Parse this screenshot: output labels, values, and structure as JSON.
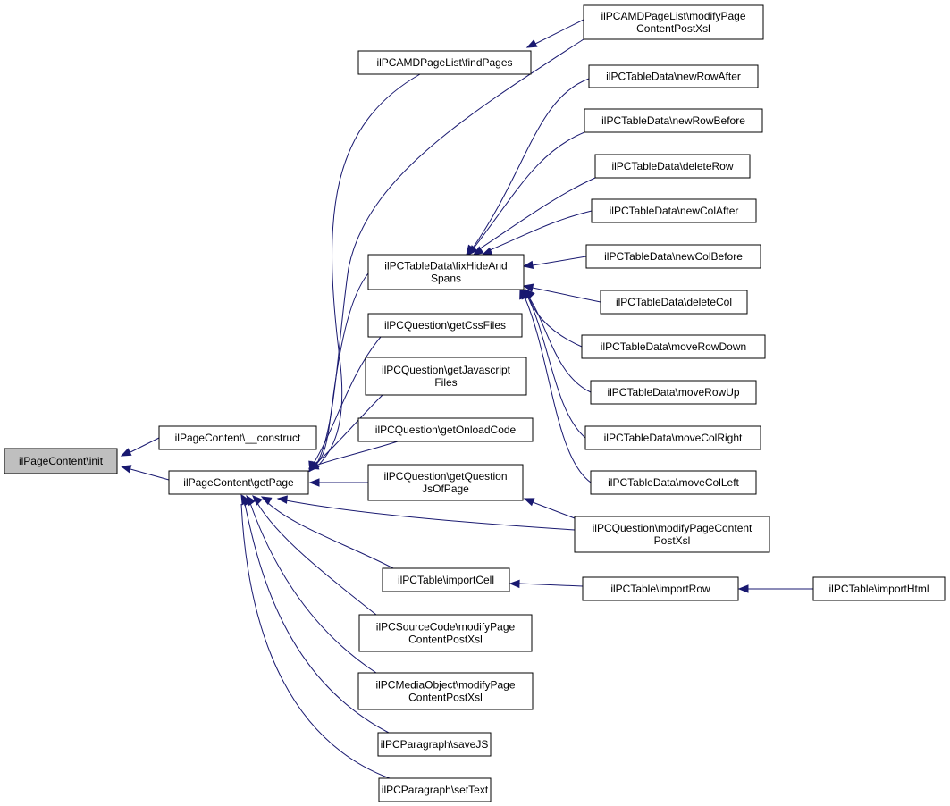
{
  "colors": {
    "edge": "#191970",
    "root_fill": "#bfbfbf",
    "node_fill": "#ffffff",
    "node_border": "#000000"
  },
  "nodes": {
    "init": {
      "lines": [
        "ilPageContent\\init"
      ]
    },
    "construct": {
      "lines": [
        "ilPageContent\\__construct"
      ]
    },
    "getPage": {
      "lines": [
        "ilPageContent\\getPage"
      ]
    },
    "findPages": {
      "lines": [
        "ilPCAMDPageList\\findPages"
      ]
    },
    "amdModify": {
      "lines": [
        "ilPCAMDPageList\\modifyPage",
        "ContentPostXsl"
      ]
    },
    "fixHide": {
      "lines": [
        "ilPCTableData\\fixHideAnd",
        "Spans"
      ]
    },
    "newRowAfter": {
      "lines": [
        "ilPCTableData\\newRowAfter"
      ]
    },
    "newRowBefore": {
      "lines": [
        "ilPCTableData\\newRowBefore"
      ]
    },
    "deleteRow": {
      "lines": [
        "ilPCTableData\\deleteRow"
      ]
    },
    "newColAfter": {
      "lines": [
        "ilPCTableData\\newColAfter"
      ]
    },
    "newColBefore": {
      "lines": [
        "ilPCTableData\\newColBefore"
      ]
    },
    "deleteCol": {
      "lines": [
        "ilPCTableData\\deleteCol"
      ]
    },
    "moveRowDown": {
      "lines": [
        "ilPCTableData\\moveRowDown"
      ]
    },
    "moveRowUp": {
      "lines": [
        "ilPCTableData\\moveRowUp"
      ]
    },
    "moveColRight": {
      "lines": [
        "ilPCTableData\\moveColRight"
      ]
    },
    "moveColLeft": {
      "lines": [
        "ilPCTableData\\moveColLeft"
      ]
    },
    "getCssFiles": {
      "lines": [
        "ilPCQuestion\\getCssFiles"
      ]
    },
    "getJsFiles": {
      "lines": [
        "ilPCQuestion\\getJavascript",
        "Files"
      ]
    },
    "getOnload": {
      "lines": [
        "ilPCQuestion\\getOnloadCode"
      ]
    },
    "getQuestionJs": {
      "lines": [
        "ilPCQuestion\\getQuestion",
        "JsOfPage"
      ]
    },
    "questionModify": {
      "lines": [
        "ilPCQuestion\\modifyPageContent",
        "PostXsl"
      ]
    },
    "importCell": {
      "lines": [
        "ilPCTable\\importCell"
      ]
    },
    "importRow": {
      "lines": [
        "ilPCTable\\importRow"
      ]
    },
    "importHtml": {
      "lines": [
        "ilPCTable\\importHtml"
      ]
    },
    "sourceModify": {
      "lines": [
        "ilPCSourceCode\\modifyPage",
        "ContentPostXsl"
      ]
    },
    "mediaModify": {
      "lines": [
        "ilPCMediaObject\\modifyPage",
        "ContentPostXsl"
      ]
    },
    "saveJS": {
      "lines": [
        "ilPCParagraph\\saveJS"
      ]
    },
    "setText": {
      "lines": [
        "ilPCParagraph\\setText"
      ]
    }
  }
}
